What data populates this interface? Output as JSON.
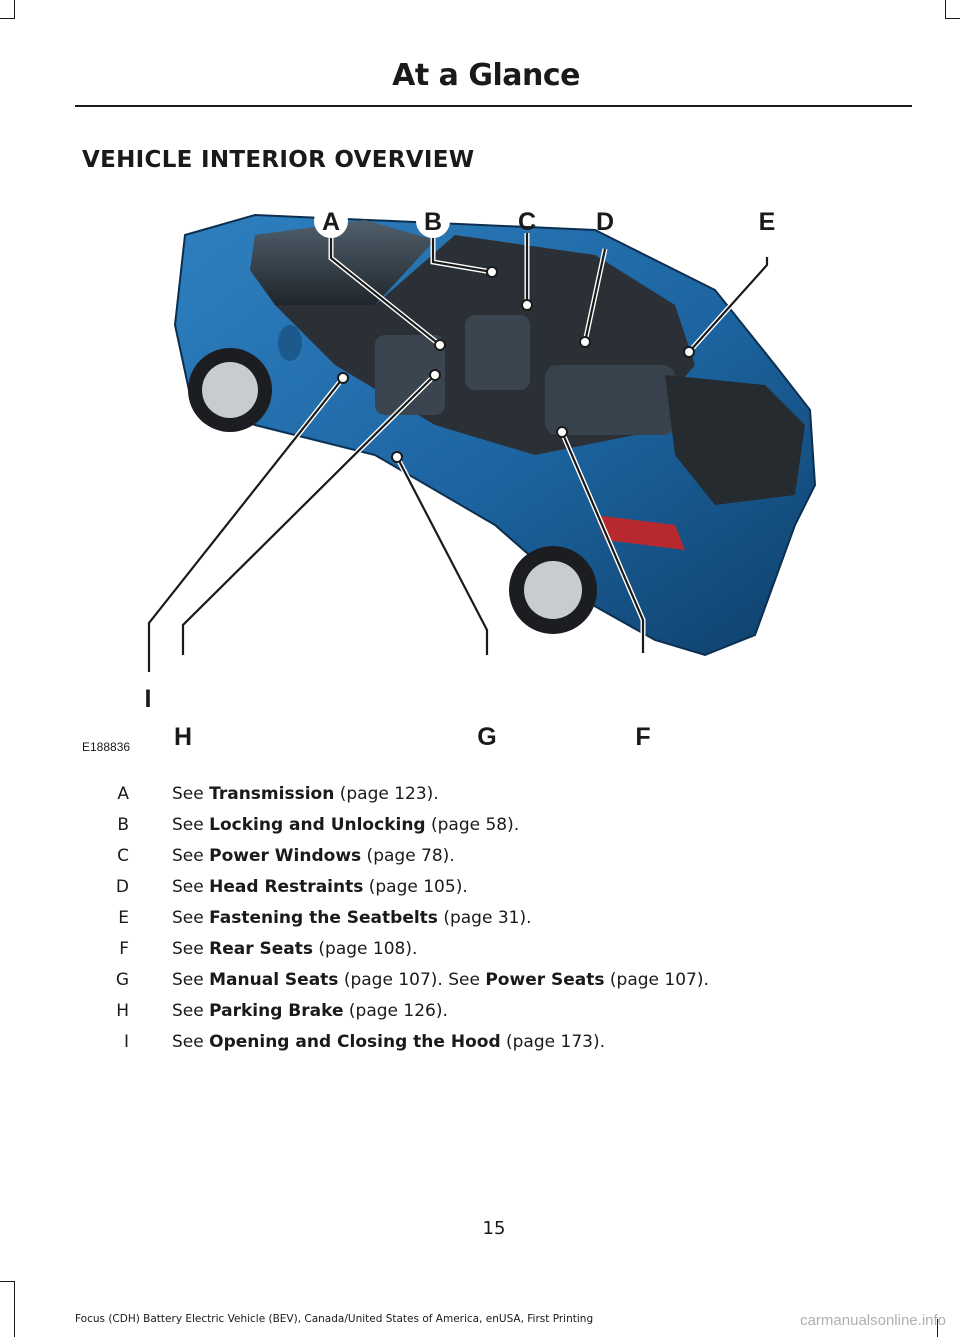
{
  "header": {
    "title": "At a Glance"
  },
  "section": {
    "heading": "VEHICLE INTERIOR OVERVIEW"
  },
  "figure": {
    "id": "E188836",
    "callouts": [
      "A",
      "B",
      "C",
      "D",
      "E",
      "F",
      "G",
      "H",
      "I"
    ],
    "colors": {
      "body": "#1e6aa6",
      "interior": "#2b3137",
      "callout_text": "#1a1a1a"
    }
  },
  "legend": [
    {
      "letter": "A",
      "prefix": "See ",
      "link": "Transmission",
      "suffix": " (page 123).",
      "link2": "",
      "suffix2": ""
    },
    {
      "letter": "B",
      "prefix": "See ",
      "link": "Locking and Unlocking",
      "suffix": " (page 58).",
      "link2": "",
      "suffix2": ""
    },
    {
      "letter": "C",
      "prefix": "See ",
      "link": "Power Windows",
      "suffix": " (page 78).",
      "link2": "",
      "suffix2": ""
    },
    {
      "letter": "D",
      "prefix": "See ",
      "link": "Head Restraints",
      "suffix": " (page 105).",
      "link2": "",
      "suffix2": ""
    },
    {
      "letter": "E",
      "prefix": "See ",
      "link": "Fastening the Seatbelts",
      "suffix": " (page 31).",
      "link2": "",
      "suffix2": ""
    },
    {
      "letter": "F",
      "prefix": "See ",
      "link": "Rear Seats",
      "suffix": " (page 108).",
      "link2": "",
      "suffix2": ""
    },
    {
      "letter": "G",
      "prefix": "See ",
      "link": "Manual Seats",
      "suffix": " (page 107).  See ",
      "link2": "Power Seats",
      "suffix2": " (page 107)."
    },
    {
      "letter": "H",
      "prefix": "See ",
      "link": "Parking Brake",
      "suffix": " (page 126).",
      "link2": "",
      "suffix2": ""
    },
    {
      "letter": "I",
      "prefix": "See ",
      "link": "Opening and Closing the Hood",
      "suffix": " (page 173).",
      "link2": "",
      "suffix2": ""
    }
  ],
  "page": {
    "number": "15"
  },
  "footer": {
    "text": "Focus (CDH) Battery Electric Vehicle (BEV), Canada/United States of America, enUSA, First Printing"
  },
  "watermark": {
    "text": "carmanualsonline.info"
  }
}
